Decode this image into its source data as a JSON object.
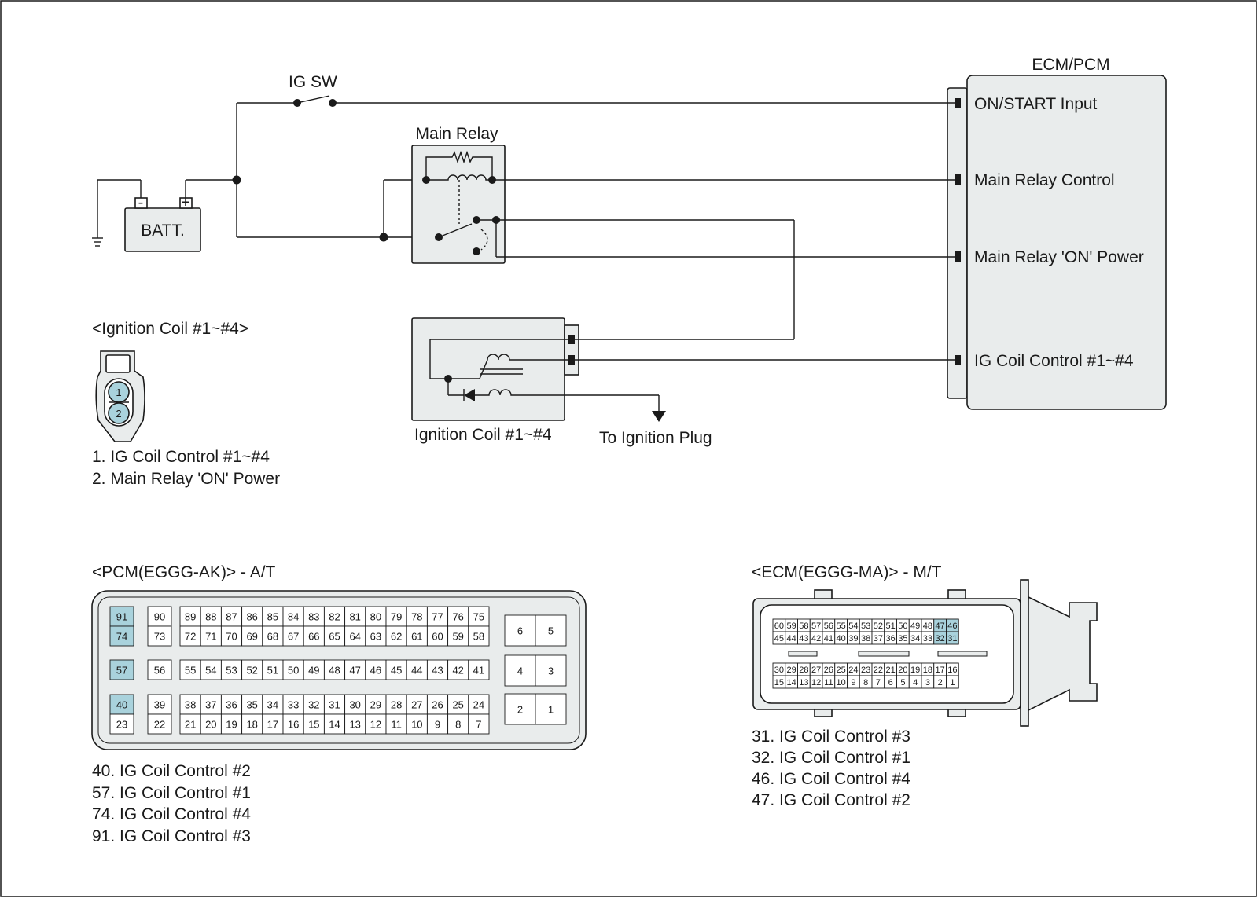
{
  "ig_sw_label": "IG SW",
  "ecm_title": "ECM/PCM",
  "ecm_pins": [
    "ON/START Input",
    "Main Relay Control",
    "Main Relay 'ON' Power",
    "IG Coil  Control #1~#4"
  ],
  "main_relay_label": "Main Relay",
  "battery": {
    "label": "BATT.",
    "neg": "-",
    "pos": "+"
  },
  "ignition_coil_label": "Ignition Coil #1~#4",
  "to_plug_label": "To Ignition Plug",
  "coil_connector": {
    "title": "<Ignition Coil #1~#4>",
    "pins": [
      "1",
      "2"
    ],
    "legend": [
      "1. IG Coil  Control #1~#4",
      "2. Main Relay 'ON' Power"
    ]
  },
  "pcm": {
    "title": "<PCM(EGGG-AK)> - A/T",
    "highlight_pins": [
      91,
      74,
      57,
      40
    ],
    "legend": [
      "40. IG Coil  Control #2",
      "57. IG Coil  Control #1",
      "74. IG Coil  Control #4",
      "91. IG Coil  Control #3"
    ]
  },
  "ecm": {
    "title": "<ECM(EGGG-MA)> - M/T",
    "highlight_pins": [
      47,
      46,
      32,
      31
    ],
    "legend": [
      "31. IG Coil  Control #3",
      "32. IG Coil  Control #1",
      "46. IG Coil  Control #4",
      "47. IG Coil  Control #2"
    ]
  },
  "colors": {
    "highlight": "#a9d2dc",
    "connector_bg": "#e9ecec",
    "line": "#1a1a1a"
  }
}
